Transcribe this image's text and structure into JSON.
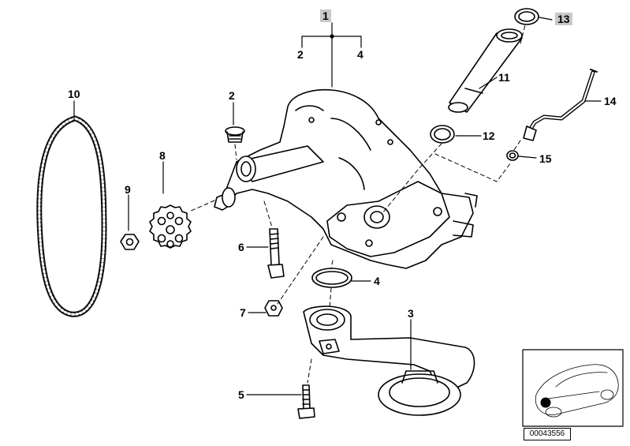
{
  "diagram": {
    "diagram_id": "00043556",
    "callouts": {
      "c1": "1",
      "c2_top": "2",
      "c4_top": "4",
      "c2_plug": "2",
      "c3": "3",
      "c4_ring": "4",
      "c5": "5",
      "c6": "6",
      "c7": "7",
      "c8": "8",
      "c9": "9",
      "c10": "10",
      "c11": "11",
      "c12": "12",
      "c13": "13",
      "c14": "14",
      "c15": "15"
    },
    "highlight_color": "#c8c8c8",
    "icons": [
      "oil-pump",
      "drive-chain",
      "sprocket",
      "hex-nut",
      "bolt",
      "o-ring",
      "suction-pipe",
      "dipstick-tube",
      "car-thumbnail"
    ]
  }
}
